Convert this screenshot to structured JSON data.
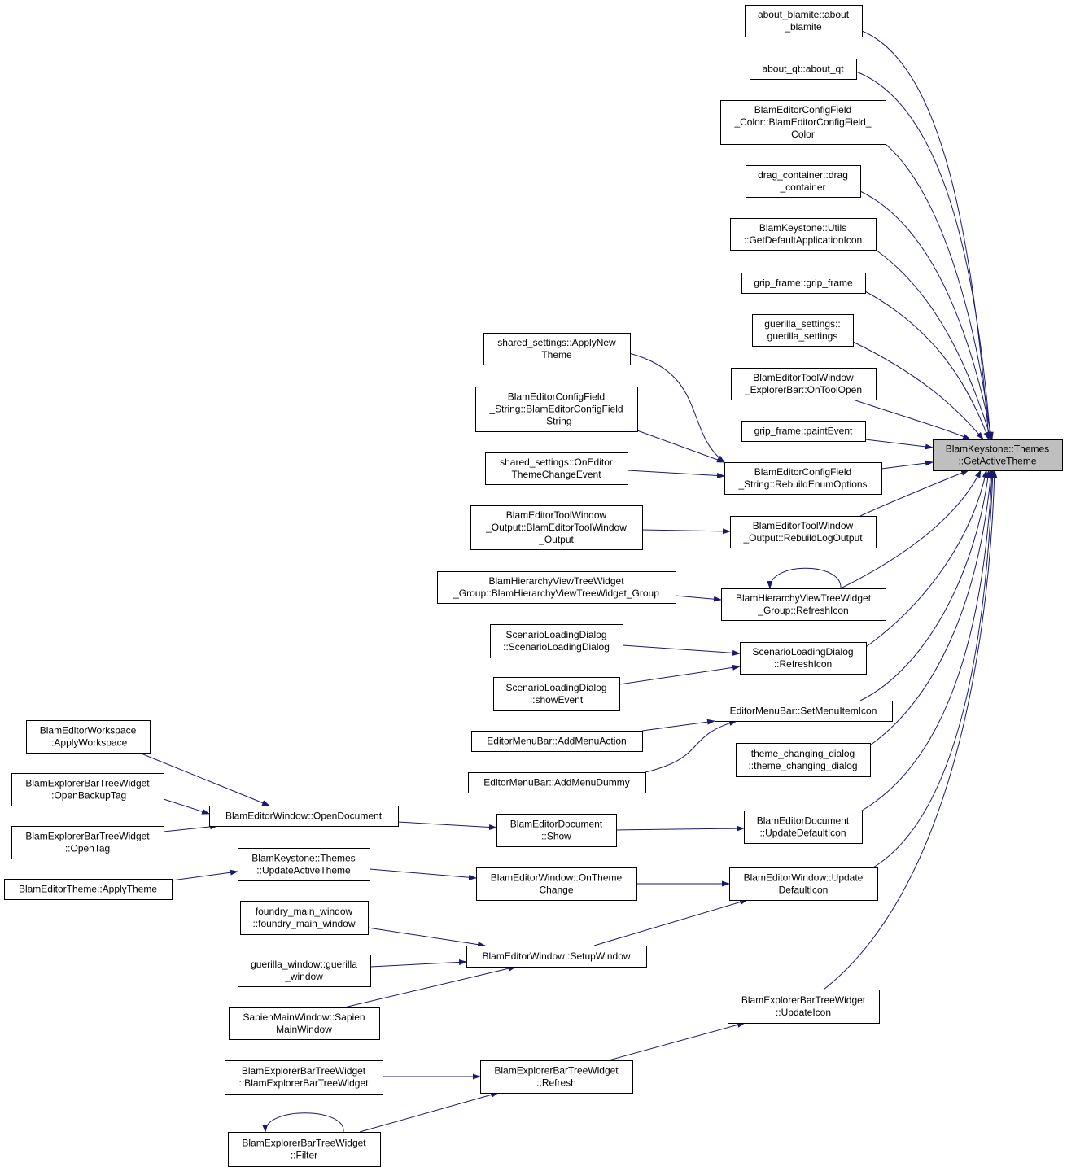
{
  "diagram": {
    "edge_color": "#191970",
    "target_fill": "#bfbfbf",
    "node_fill": "#ffffff",
    "nodes": [
      {
        "id": "n0",
        "label": "BlamKeystone::Themes\n::GetActiveTheme",
        "is_target": true
      },
      {
        "id": "n1",
        "label": "about_blamite::about\n_blamite"
      },
      {
        "id": "n2",
        "label": "about_qt::about_qt"
      },
      {
        "id": "n3",
        "label": "BlamEditorConfigField\n_Color::BlamEditorConfigField_\nColor"
      },
      {
        "id": "n4",
        "label": "drag_container::drag\n_container"
      },
      {
        "id": "n5",
        "label": "BlamKeystone::Utils\n::GetDefaultApplicationIcon"
      },
      {
        "id": "n6",
        "label": "grip_frame::grip_frame"
      },
      {
        "id": "n7",
        "label": "guerilla_settings::\nguerilla_settings"
      },
      {
        "id": "n8",
        "label": "BlamEditorToolWindow\n_ExplorerBar::OnToolOpen"
      },
      {
        "id": "n9",
        "label": "grip_frame::paintEvent"
      },
      {
        "id": "n10",
        "label": "BlamEditorConfigField\n_String::RebuildEnumOptions"
      },
      {
        "id": "n11",
        "label": "BlamEditorToolWindow\n_Output::RebuildLogOutput"
      },
      {
        "id": "n12",
        "label": "BlamHierarchyViewTreeWidget\n_Group::RefreshIcon"
      },
      {
        "id": "n13",
        "label": "ScenarioLoadingDialog\n::RefreshIcon"
      },
      {
        "id": "n14",
        "label": "EditorMenuBar::SetMenuItemIcon"
      },
      {
        "id": "n15",
        "label": "theme_changing_dialog\n::theme_changing_dialog"
      },
      {
        "id": "n16",
        "label": "BlamEditorDocument\n::UpdateDefaultIcon"
      },
      {
        "id": "n17",
        "label": "BlamEditorWindow::Update\nDefaultIcon"
      },
      {
        "id": "n18",
        "label": "BlamExplorerBarTreeWidget\n::UpdateIcon"
      },
      {
        "id": "n19",
        "label": "shared_settings::ApplyNew\nTheme"
      },
      {
        "id": "n20",
        "label": "BlamEditorConfigField\n_String::BlamEditorConfigField\n_String"
      },
      {
        "id": "n21",
        "label": "shared_settings::OnEditor\nThemeChangeEvent"
      },
      {
        "id": "n22",
        "label": "BlamEditorToolWindow\n_Output::BlamEditorToolWindow\n_Output"
      },
      {
        "id": "n23",
        "label": "BlamHierarchyViewTreeWidget\n_Group::BlamHierarchyViewTreeWidget_Group"
      },
      {
        "id": "n24",
        "label": "ScenarioLoadingDialog\n::ScenarioLoadingDialog"
      },
      {
        "id": "n25",
        "label": "ScenarioLoadingDialog\n::showEvent"
      },
      {
        "id": "n26",
        "label": "EditorMenuBar::AddMenuAction"
      },
      {
        "id": "n27",
        "label": "EditorMenuBar::AddMenuDummy"
      },
      {
        "id": "n28",
        "label": "BlamEditorDocument\n::Show"
      },
      {
        "id": "n29",
        "label": "BlamEditorWindow::OnTheme\nChange"
      },
      {
        "id": "n30",
        "label": "BlamEditorWindow::SetupWindow"
      },
      {
        "id": "n31",
        "label": "BlamExplorerBarTreeWidget\n::Refresh"
      },
      {
        "id": "n32",
        "label": "BlamEditorWindow::OpenDocument"
      },
      {
        "id": "n33",
        "label": "BlamKeystone::Themes\n::UpdateActiveTheme"
      },
      {
        "id": "n34",
        "label": "foundry_main_window\n::foundry_main_window"
      },
      {
        "id": "n35",
        "label": "guerilla_window::guerilla\n_window"
      },
      {
        "id": "n36",
        "label": "SapienMainWindow::Sapien\nMainWindow"
      },
      {
        "id": "n37",
        "label": "BlamExplorerBarTreeWidget\n::BlamExplorerBarTreeWidget"
      },
      {
        "id": "n38",
        "label": "BlamExplorerBarTreeWidget\n::Filter"
      },
      {
        "id": "n39",
        "label": "BlamEditorWorkspace\n::ApplyWorkspace"
      },
      {
        "id": "n40",
        "label": "BlamExplorerBarTreeWidget\n::OpenBackupTag"
      },
      {
        "id": "n41",
        "label": "BlamExplorerBarTreeWidget\n::OpenTag"
      },
      {
        "id": "n42",
        "label": "BlamEditorTheme::ApplyTheme"
      }
    ],
    "edges": [
      [
        "n1",
        "n0"
      ],
      [
        "n2",
        "n0"
      ],
      [
        "n3",
        "n0"
      ],
      [
        "n4",
        "n0"
      ],
      [
        "n5",
        "n0"
      ],
      [
        "n6",
        "n0"
      ],
      [
        "n7",
        "n0"
      ],
      [
        "n8",
        "n0"
      ],
      [
        "n9",
        "n0"
      ],
      [
        "n10",
        "n0"
      ],
      [
        "n11",
        "n0"
      ],
      [
        "n12",
        "n0"
      ],
      [
        "n13",
        "n0"
      ],
      [
        "n14",
        "n0"
      ],
      [
        "n15",
        "n0"
      ],
      [
        "n16",
        "n0"
      ],
      [
        "n17",
        "n0"
      ],
      [
        "n18",
        "n0"
      ],
      [
        "n19",
        "n10"
      ],
      [
        "n20",
        "n10"
      ],
      [
        "n21",
        "n10"
      ],
      [
        "n22",
        "n11"
      ],
      [
        "n23",
        "n12"
      ],
      [
        "n12",
        "n12"
      ],
      [
        "n24",
        "n13"
      ],
      [
        "n25",
        "n13"
      ],
      [
        "n26",
        "n14"
      ],
      [
        "n27",
        "n14"
      ],
      [
        "n28",
        "n16"
      ],
      [
        "n29",
        "n17"
      ],
      [
        "n30",
        "n17"
      ],
      [
        "n31",
        "n18"
      ],
      [
        "n32",
        "n28"
      ],
      [
        "n33",
        "n29"
      ],
      [
        "n34",
        "n30"
      ],
      [
        "n35",
        "n30"
      ],
      [
        "n36",
        "n30"
      ],
      [
        "n37",
        "n31"
      ],
      [
        "n38",
        "n31"
      ],
      [
        "n38",
        "n38"
      ],
      [
        "n39",
        "n32"
      ],
      [
        "n40",
        "n32"
      ],
      [
        "n41",
        "n32"
      ],
      [
        "n42",
        "n33"
      ]
    ]
  }
}
